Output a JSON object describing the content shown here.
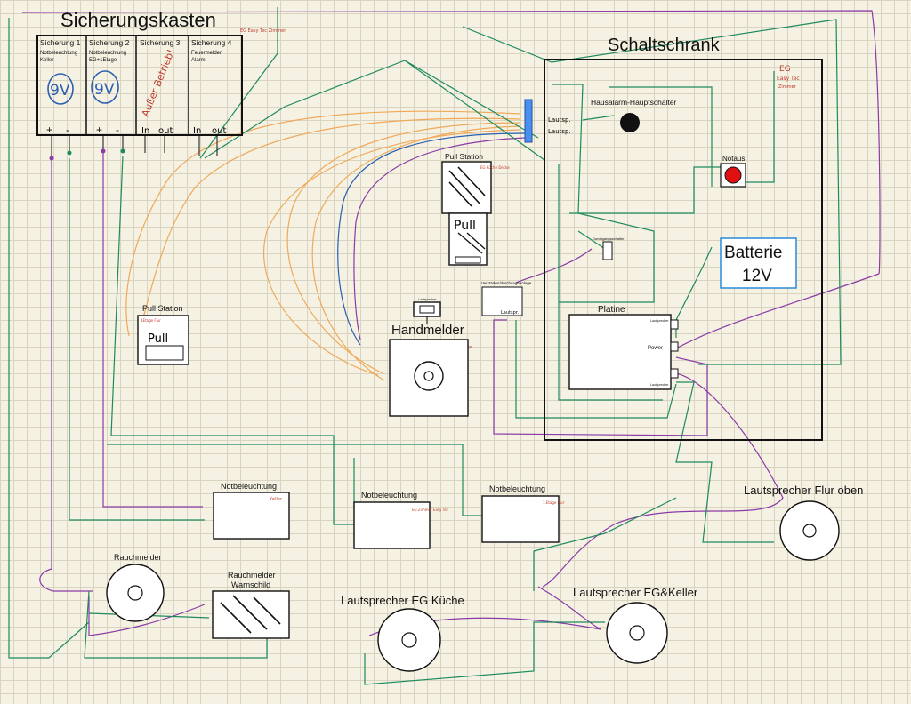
{
  "colors": {
    "paper": "#f5f2e3",
    "grid": "#d9d4bf",
    "ink": "#111111",
    "green_wire": "#1e8a5e",
    "purple_wire": "#8b3aa6",
    "orange_wire": "#f0a95a",
    "blue_wire": "#2b5fb0",
    "red_note": "#c0392b",
    "battery_blue": "#2a8ad8",
    "notaus_red": "#e01010",
    "connector_blue": "#4a8ff0"
  },
  "sicherungskasten": {
    "title": "Sicherungskasten",
    "note": "EG Easy Tec Zimmer",
    "fuses": [
      {
        "name": "Sicherung 1",
        "desc1": "Notbeleuchtung",
        "desc2": "Keller",
        "icon_text": "9V",
        "terminals": [
          "+",
          "-"
        ]
      },
      {
        "name": "Sicherung 2",
        "desc1": "Notbeleuchtung",
        "desc2": "EG+1Etage",
        "icon_text": "9V",
        "terminals": [
          "+",
          "-"
        ]
      },
      {
        "name": "Sicherung 3",
        "desc1": "",
        "desc2": "",
        "icon_text": "Außer Betrieb!",
        "terminals": [
          "In",
          "out"
        ]
      },
      {
        "name": "Sicherung 4",
        "desc1": "Feuermelder",
        "desc2": "Alarm",
        "icon_text": "",
        "terminals": [
          "In",
          "out"
        ]
      }
    ]
  },
  "schaltschrank": {
    "title": "Schaltschrank",
    "note_lines": [
      "EG",
      "Easy Tec",
      "Zimmer"
    ],
    "connector_labels": [
      "Lautsp.",
      "Lautsp."
    ],
    "hausalarm_label": "Hausalarm-Hauptschalter",
    "hausalarm_symbol": "0",
    "notaus_label": "Notaus",
    "battery_line1": "Batterie",
    "battery_line2": "12V",
    "sensor_label": "Durchgangsschalter",
    "amp_label": "Verstärker/durchsageanlage",
    "amp_inner": "Lautspr.",
    "platine_label": "Platine",
    "platine_port": "Power",
    "platine_small": [
      "Lautsprecher",
      "Lautsprecher"
    ]
  },
  "pull_station_top": {
    "label": "Pull Station",
    "note": "EG Küche Decke",
    "text": "Pull"
  },
  "pull_station_left": {
    "label": "Pull Station",
    "note": "1Etage Flur",
    "text": "Pull"
  },
  "handmelder": {
    "label": "Handmelder",
    "note": "EG Küche",
    "speaker_label": "Lautsprecher"
  },
  "notbeleuchtung": [
    {
      "label": "Notbeleuchtung",
      "note": "Keller"
    },
    {
      "label": "Notbeleuchtung",
      "note": "EG Zimmer Easy Tec"
    },
    {
      "label": "Notbeleuchtung",
      "note": "1.Etage Flur"
    }
  ],
  "rauchmelder": {
    "label": "Rauchmelder"
  },
  "rauchmelder_warnschild": {
    "label1": "Rauchmelder",
    "label2": "Warnschild"
  },
  "speakers": {
    "kueche": "Lautsprecher EG Küche",
    "eg_keller": "Lautsprecher EG&Keller",
    "flur_oben": "Lautsprecher Flur oben"
  }
}
